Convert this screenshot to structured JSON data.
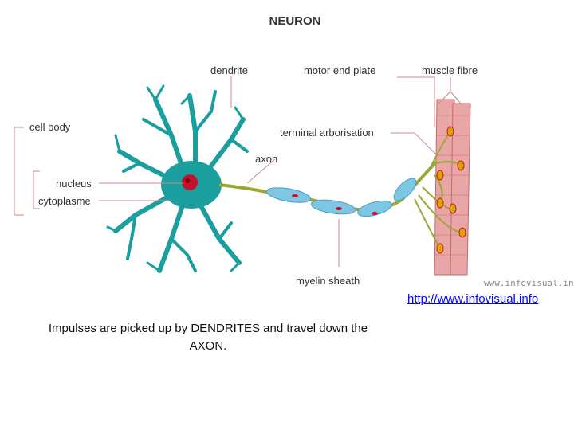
{
  "diagram": {
    "title": "NEURON",
    "labels": {
      "dendrite": "dendrite",
      "motor_end_plate": "motor end plate",
      "muscle_fibre": "muscle fibre",
      "cell_body": "cell body",
      "terminal_arborisation": "terminal arborisation",
      "axon": "axon",
      "nucleus": "nucleus",
      "cytoplasme": "cytoplasme",
      "myelin_sheath": "myelin sheath"
    },
    "watermark": "www.infovisual.info",
    "colors": {
      "cell": "#1b9e9e",
      "nucleus": "#c8102e",
      "axon": "#9aa832",
      "myelin": "#7fc6e3",
      "muscle": "#e8a6a6",
      "leader_line": "#c98a8a"
    }
  },
  "link": {
    "text": "http://www.infovisual.info"
  },
  "caption": "Impulses are picked up by DENDRITES and travel down the AXON."
}
